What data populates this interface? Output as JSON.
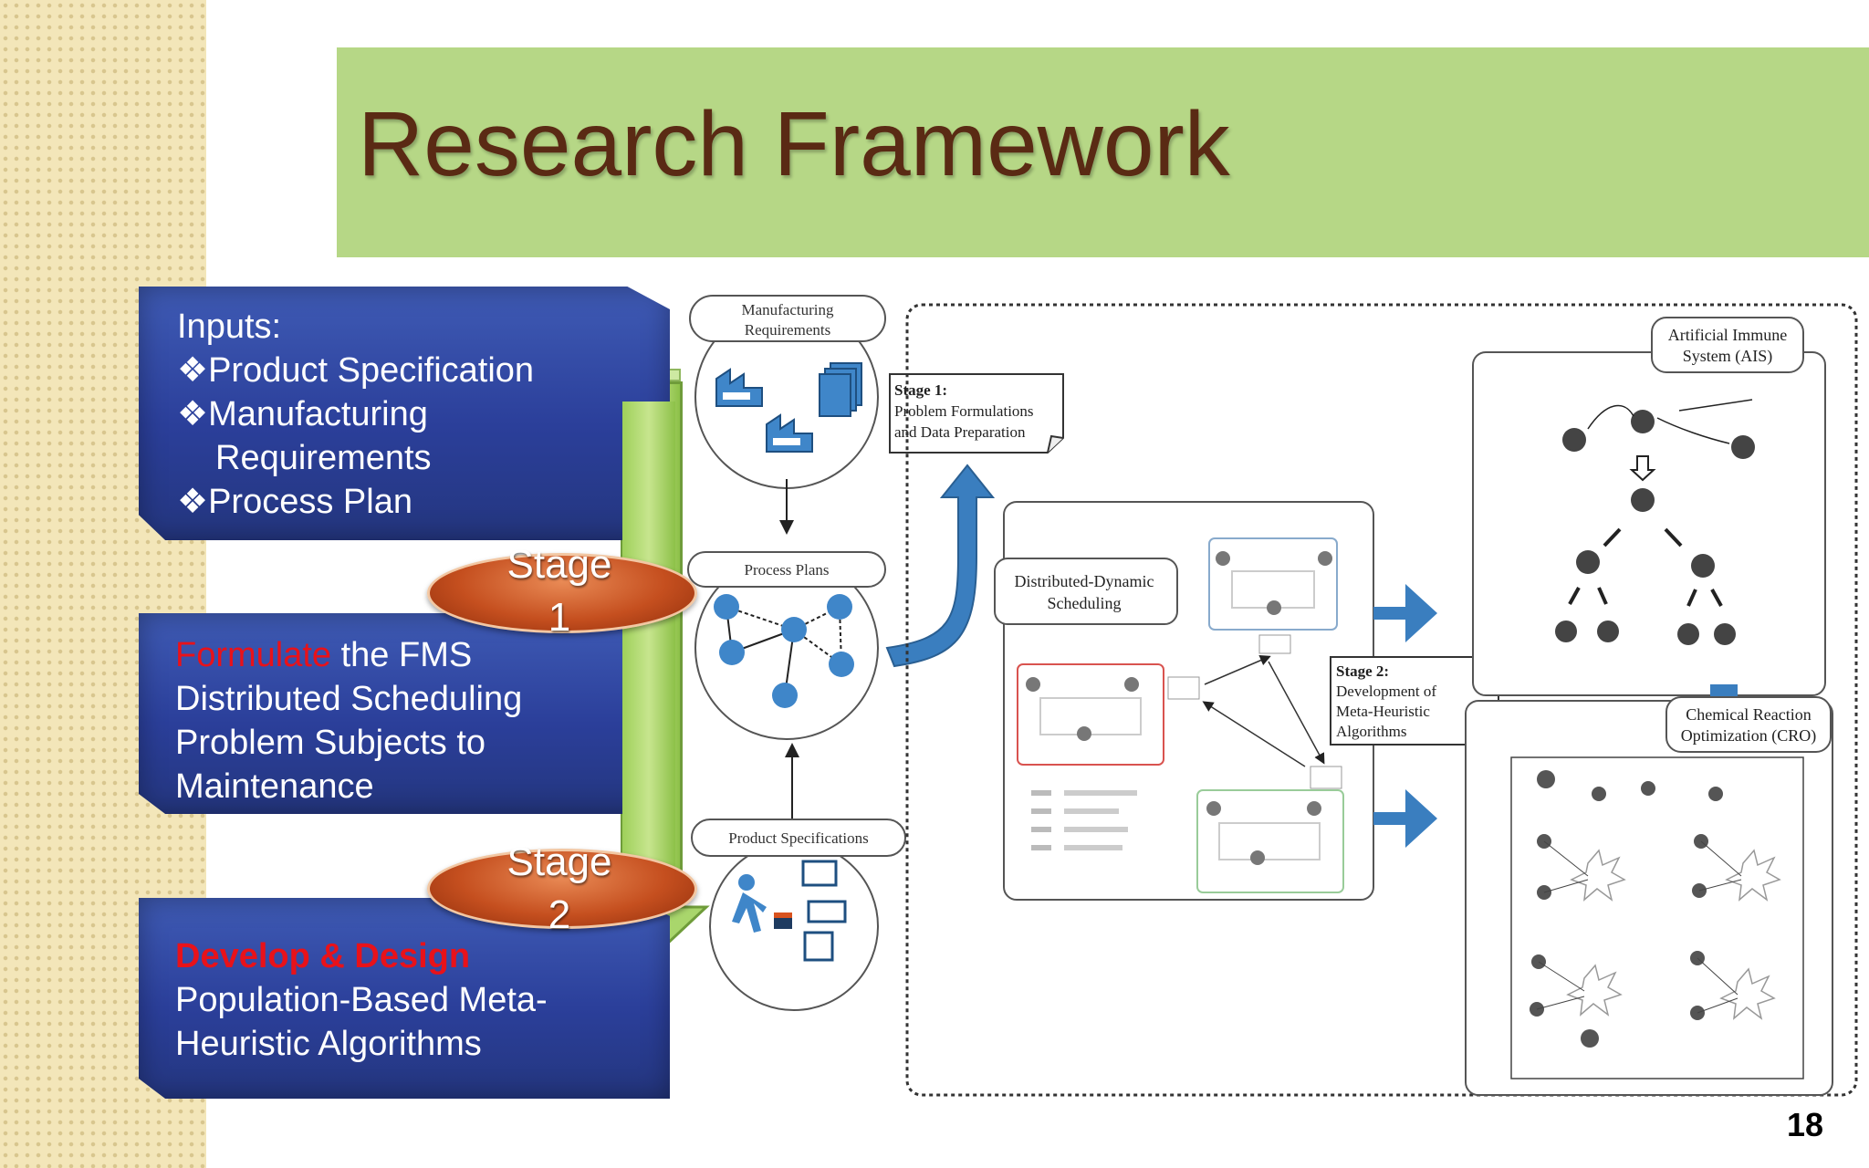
{
  "slide": {
    "title": "Research Framework",
    "page_number": "18"
  },
  "boxes": {
    "inputs": {
      "heading": "Inputs:",
      "items": [
        "Product Specification",
        "Manufacturing",
        "Requirements",
        "Process Plan"
      ]
    },
    "formulate": {
      "highlight": "Formulate",
      "line1_rest": " the FMS",
      "line2": "Distributed Scheduling",
      "line3": "Problem Subjects to",
      "line4": "Maintenance"
    },
    "develop": {
      "highlight": "Develop & Design",
      "line2": "Population-Based Meta-",
      "line3": "Heuristic Algorithms"
    }
  },
  "stages": {
    "stage1_word": "Stage",
    "stage1_num": "1",
    "stage2_word": "Stage",
    "stage2_num": "2"
  },
  "diagram": {
    "manufacturing_requirements": [
      "Manufacturing",
      "Requirements"
    ],
    "process_plans": "Process Plans",
    "product_specifications": "Product Specifications",
    "stage1_callout": [
      "Stage 1:",
      "Problem Formulations",
      "and Data Preparation"
    ],
    "distributed_dynamic": [
      "Distributed-Dynamic",
      "Scheduling"
    ],
    "stage2_callout": [
      "Stage 2:",
      "Development of",
      "Meta-Heuristic",
      "Algorithms"
    ],
    "ais": [
      "Artificial Immune",
      "System (AIS)"
    ],
    "cro": [
      "Chemical Reaction",
      "Optimization (CRO)"
    ]
  },
  "colors": {
    "title_bar": "#b6d786",
    "title_text": "#5a2a14",
    "blue_box": "#2b3f9a",
    "highlight_red": "#e8121a",
    "node_blue": "#3f86c9",
    "arrow_blue": "#3a7ebf"
  }
}
